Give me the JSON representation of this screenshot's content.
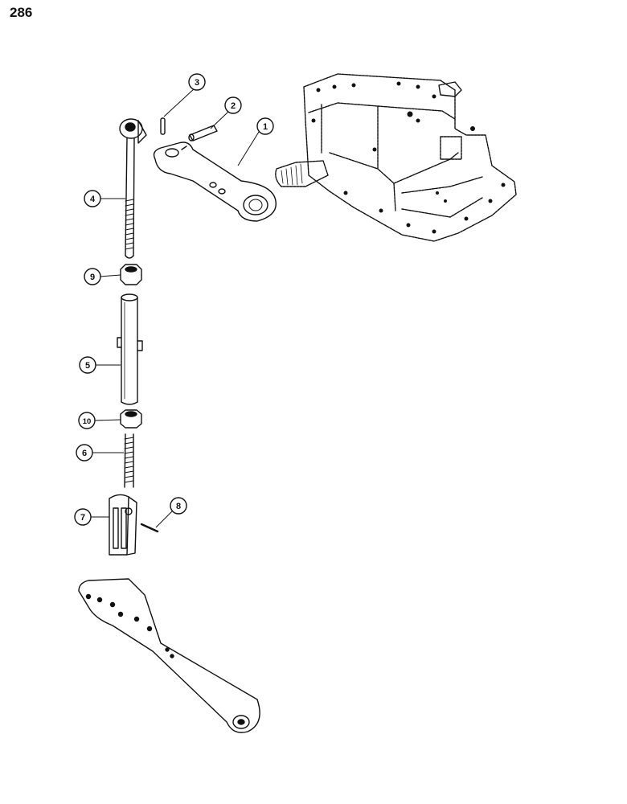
{
  "page": {
    "number": "286"
  },
  "callouts": [
    {
      "id": "callout-1",
      "label": "1"
    },
    {
      "id": "callout-2",
      "label": "2"
    },
    {
      "id": "callout-3",
      "label": "3"
    },
    {
      "id": "callout-4",
      "label": "4"
    },
    {
      "id": "callout-5",
      "label": "5"
    },
    {
      "id": "callout-6",
      "label": "6"
    },
    {
      "id": "callout-7",
      "label": "7"
    },
    {
      "id": "callout-8",
      "label": "8"
    },
    {
      "id": "callout-9",
      "label": "9"
    },
    {
      "id": "callout-10",
      "label": "10"
    }
  ],
  "colors": {
    "ink": "#111111",
    "paper": "#ffffff"
  }
}
